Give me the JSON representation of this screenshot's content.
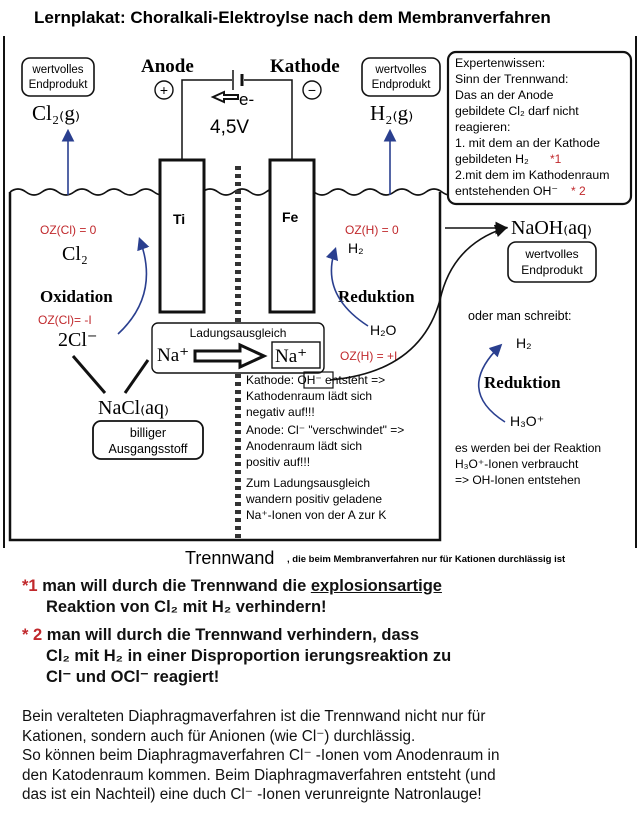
{
  "title": "Lernplakat: Choralkali-Elektroylse nach dem Membranverfahren",
  "electrodes": {
    "anode": "Anode",
    "kathode": "Kathode",
    "plus": "+",
    "minus": "−",
    "ti": "Ti",
    "fe": "Fe",
    "electron": "e-",
    "voltage": "4,5V"
  },
  "products": {
    "cl2_gas": "Cl₂₍g₎",
    "h2_gas": "H₂₍g₎",
    "valuable_left": [
      "wertvolles",
      "Endprodukt"
    ],
    "valuable_right": [
      "wertvolles",
      "Endprodukt"
    ],
    "naoh": "NaOH₍aq₎",
    "valuable_naoh": [
      "wertvolles",
      "Endprodukt"
    ]
  },
  "expert": [
    "Expertenwissen:",
    "Sinn der Trennwand:",
    "Das an der Anode",
    "gebildete Cl₂ darf nicht",
    "reagieren:",
    "1. mit dem an der Kathode",
    "gebildeten H₂",
    "2.mit dem im Kathodenraum",
    "entstehenden OH⁻"
  ],
  "expert_marks": [
    "*1",
    "* 2"
  ],
  "anode_side": {
    "oz_cl2": "OZ(Cl) = 0",
    "cl2": "Cl₂",
    "oxidation": "Oxidation",
    "oz_cl_minus": "OZ(Cl)= -I",
    "two_cl": "2Cl⁻",
    "nacl": "NaCl₍aq₎",
    "cheap": [
      "billiger",
      "Ausgangsstoff"
    ]
  },
  "cathode_side": {
    "oz_h2": "OZ(H) = 0",
    "h2": "H₂",
    "reduktion": "Reduktion",
    "h2o": "H₂O",
    "oz_h_plus": "OZ(H) = +I"
  },
  "ladung": {
    "label": "Ladungsausgleich",
    "na_left": "Na⁺",
    "na_right": "Na⁺"
  },
  "middle_text": [
    "Kathode: OH⁻ entsteht =>",
    "Kathodenraum lädt sich",
    "negativ auf!!!",
    "Anode: Cl⁻ \"verschwindet\" =>",
    "Anodenraum lädt sich",
    "positiv auf!!!",
    "Zum Ladungsausgleich",
    "wandern positiv  geladene",
    "Na⁺-Ionen von der A zur K"
  ],
  "alt": {
    "intro": "oder man schreibt:",
    "h2": "H₂",
    "reduktion": "Reduktion",
    "h3o": "H₃O⁺",
    "text": [
      "es werden bei der Reaktion",
      "H₃O⁺-Ionen verbraucht",
      "=> OH-Ionen entstehen"
    ]
  },
  "trennwand": {
    "label": "Trennwand",
    "note": ", die beim Membranverfahren nur für Kationen durchlässig ist"
  },
  "notes": {
    "n1_mark": "*1",
    "n1_line1_a": "man will durch die Trennwand die ",
    "n1_line1_b": "explosionsartige",
    "n1_line2": "Reaktion von Cl₂ mit H₂ verhindern!",
    "n2_mark": "* 2",
    "n2_line1": "man will durch die Trennwand verhindern, dass",
    "n2_line2": "Cl₂ mit H₂ in einer Disproportion ierungsreaktion zu",
    "n2_line3": "Cl⁻ und OCl⁻ reagiert!"
  },
  "paragraph": [
    "Bein veralteten Diaphragmaverfahren ist die Trennwand nicht nur für",
    "Kationen, sondern auch für Anionen (wie Cl⁻) durchlässig.",
    "So können beim Diaphragmaverfahren Cl⁻ -Ionen vom Anodenraum in",
    "den Katodenraum kommen. Beim Diaphragmaverfahren entsteht (und",
    "das ist ein Nachteil) eine duch Cl⁻ -Ionen verunreignte Natronlauge!"
  ]
}
